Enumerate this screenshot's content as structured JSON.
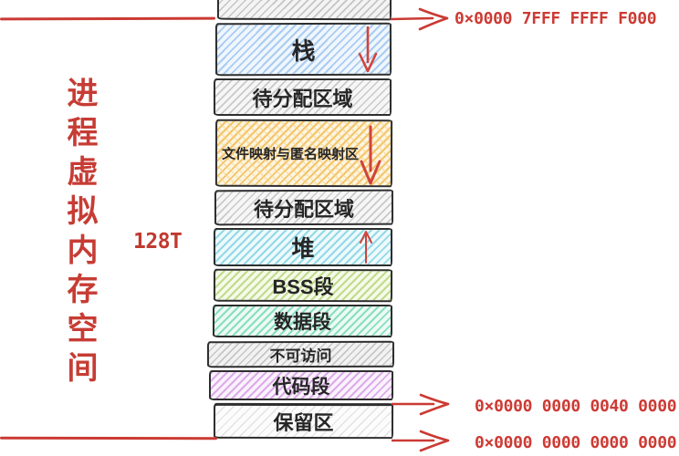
{
  "left_label": {
    "text": "进程虚拟内存空间"
  },
  "size_label": {
    "text": "128T"
  },
  "addresses": {
    "top": "0×0000 7FFF FFFF F000",
    "code_start": "0×0000 0000 0040 0000",
    "zero": "0×0000 0000 0000 0000"
  },
  "regions": {
    "top_clipped": {
      "label": ""
    },
    "stack": {
      "label": "栈",
      "growth": "down"
    },
    "unallocated_upper": {
      "label": "待分配区域"
    },
    "mmap": {
      "label": "文件映射与匿名映射区",
      "growth": "down"
    },
    "unallocated_lower": {
      "label": "待分配区域"
    },
    "heap": {
      "label": "堆",
      "growth": "up"
    },
    "bss": {
      "label": "BSS段"
    },
    "data": {
      "label": "数据段"
    },
    "inaccessible": {
      "label": "不可访问"
    },
    "code": {
      "label": "代码段"
    },
    "reserved": {
      "label": "保留区"
    }
  },
  "colors": {
    "annotation_red": "#cb3a33",
    "stack_fill": "#abccf0",
    "mmap_fill": "#f4c468",
    "heap_fill": "#93d9e7",
    "bss_fill": "#c0dc8b",
    "data_fill": "#88dfbe",
    "code_fill": "#dcabe9",
    "unallocated_fill": "#c9c9c9"
  }
}
